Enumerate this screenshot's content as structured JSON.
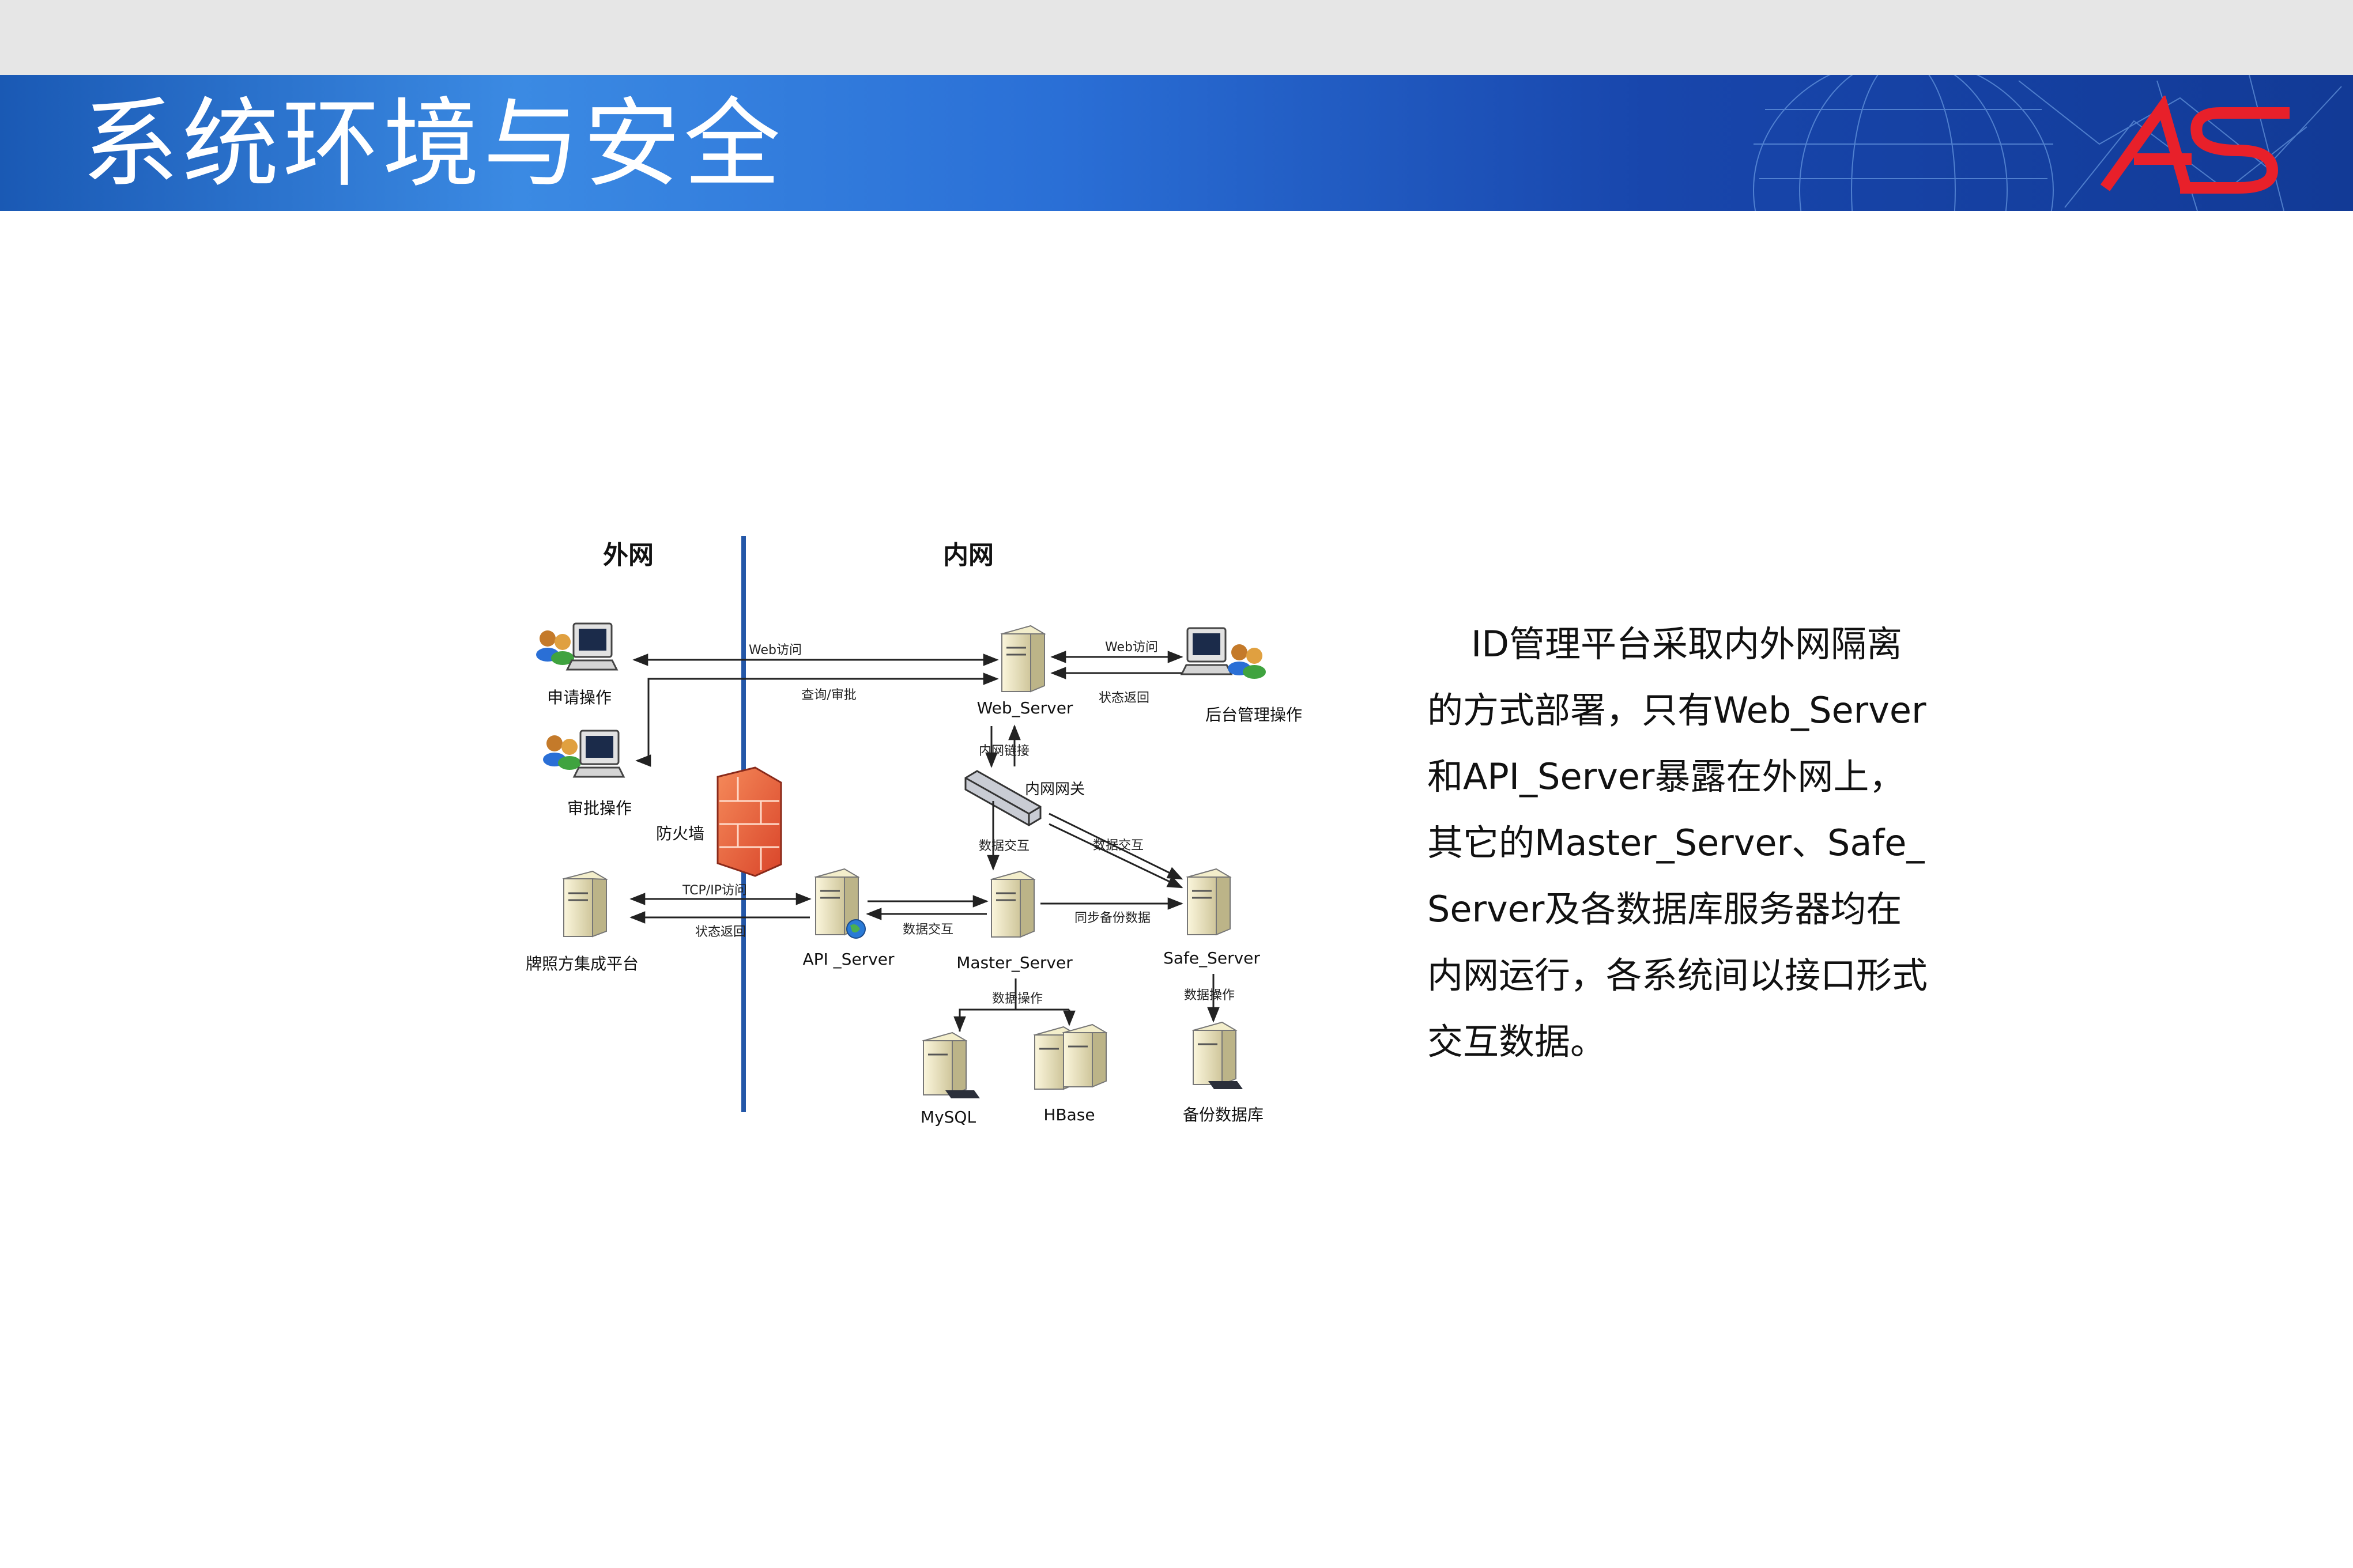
{
  "header": {
    "title": "系统环境与安全",
    "logo_text": "AS"
  },
  "colors": {
    "header_start": "#1a59b4",
    "header_end": "#123a96",
    "logo_red": "#e8202a",
    "divider_blue": "#2457a8",
    "firewall_orange": "#e8643a"
  },
  "diagram": {
    "zone_external": "外网",
    "zone_internal": "内网",
    "nodes": {
      "apply_op": "申请操作",
      "approve_op": "审批操作",
      "firewall": "防火墙",
      "license_platform": "牌照方集成平台",
      "web_server": "Web_Server",
      "admin_op": "后台管理操作",
      "gateway": "内网网关",
      "api_server": "API _Server",
      "master_server": "Master_Server",
      "safe_server": "Safe_Server",
      "mysql": "MySQL",
      "hbase": "HBase",
      "backup_db": "备份数据库"
    },
    "edges": {
      "web_access": "Web访问",
      "query_approve": "查询/审批",
      "web_access_admin": "Web访问",
      "status_return_admin": "状态返回",
      "intranet_link": "内网链接",
      "data_exchange_gw_master": "数据交互",
      "data_exchange_gw_safe": "数据交互",
      "tcp_access": "TCP/IP访问",
      "status_return_tcp": "状态返回",
      "data_exchange_api_master": "数据交互",
      "sync_backup": "同步备份数据",
      "data_op_master": "数据操作",
      "data_op_safe": "数据操作"
    }
  },
  "body": {
    "paragraph": "ID管理平台采取内外网隔离的方式部署，只有Web_Server和API_Server暴露在外网上，其它的Master_Server、Safe_Server及各数据库服务器均在内网运行，各系统间以接口形式交互数据。"
  }
}
